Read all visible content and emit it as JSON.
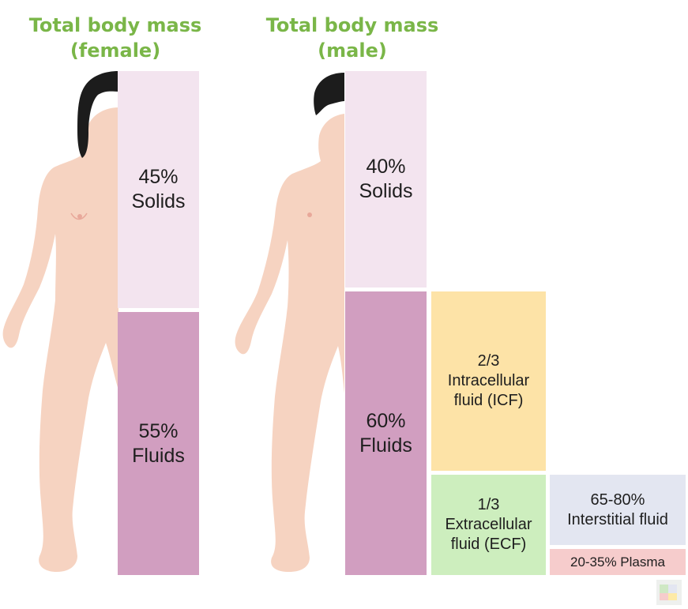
{
  "female": {
    "title_line1": "Total body mass",
    "title_line2": "(female)",
    "solids_percent": "45%",
    "solids_label": "Solids",
    "fluids_percent": "55%",
    "fluids_label": "Fluids"
  },
  "male": {
    "title_line1": "Total body mass",
    "title_line2": "(male)",
    "solids_percent": "40%",
    "solids_label": "Solids",
    "fluids_percent": "60%",
    "fluids_label": "Fluids"
  },
  "icf": {
    "fraction": "2/3",
    "line1": "Intracellular",
    "line2": "fluid (ICF)"
  },
  "ecf": {
    "fraction": "1/3",
    "line1": "Extracellular",
    "line2": "fluid (ECF)"
  },
  "interstitial": {
    "percent": "65-80%",
    "label": "Interstitial fluid"
  },
  "plasma": {
    "label": "20-35% Plasma"
  },
  "colors": {
    "title_green": "#7ab648",
    "solids": "#f3e4ef",
    "fluids": "#d19ec0",
    "icf": "#fde3a7",
    "ecf": "#cdeebe",
    "interstitial": "#e3e6f1",
    "plasma": "#f6cccc",
    "skin": "#f6d3c1",
    "hair": "#1c1c1c"
  }
}
